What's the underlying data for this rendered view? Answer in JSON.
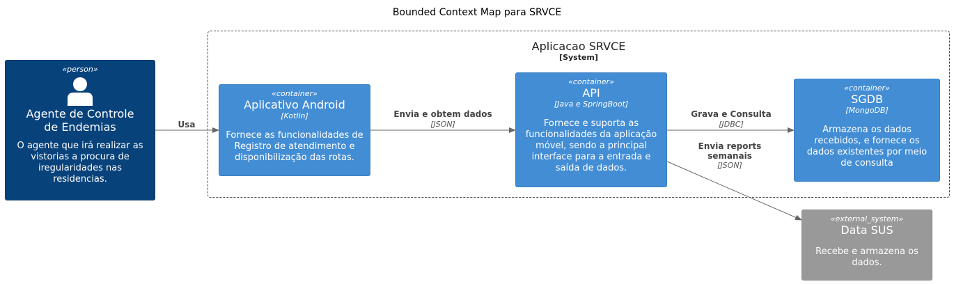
{
  "title": "Bounded Context Map para SRVCE",
  "boundary": {
    "name": "Aplicacao SRVCE",
    "type": "[System]"
  },
  "nodes": {
    "agent": {
      "stereotype": "«person»",
      "name_line1": "Agente de Controle",
      "name_line2": "de Endemias",
      "description": "O agente que irá realizar as vistorias a procura de iregularidades nas residencias.",
      "icon": "person-icon"
    },
    "android": {
      "stereotype": "«container»",
      "name": "Aplicativo Android",
      "technology": "[Kotlin]",
      "description": "Fornece as funcionalidades de Registro de atendimento e disponibilização das rotas."
    },
    "api": {
      "stereotype": "«container»",
      "name": "API",
      "technology": "[Java e SpringBoot]",
      "description": "Fornece e suporta as funcionalidades da aplicação móvel, sendo a principal interface para a entrada e saída de dados."
    },
    "sgdb": {
      "stereotype": "«container»",
      "name": "SGDB",
      "technology": "[MongoDB]",
      "description": "Armazena os dados recebidos, e fornece os dados existentes por meio de consulta"
    },
    "datasus": {
      "stereotype": "«external_system»",
      "name": "Data SUS",
      "description": "Recebe e armazena os dados."
    }
  },
  "edges": {
    "usa": {
      "label": "Usa"
    },
    "envia_obtem": {
      "label": "Envia e obtem dados",
      "technology": "[JSON]"
    },
    "grava": {
      "label": "Grava e Consulta",
      "technology": "[JDBC]"
    },
    "reports": {
      "label_line1": "Envia reports",
      "label_line2": "semanais",
      "technology": "[JSON]"
    }
  },
  "colors": {
    "person": "#08427b",
    "container": "#438dd5",
    "external_system": "#999999",
    "edge": "#666666"
  }
}
